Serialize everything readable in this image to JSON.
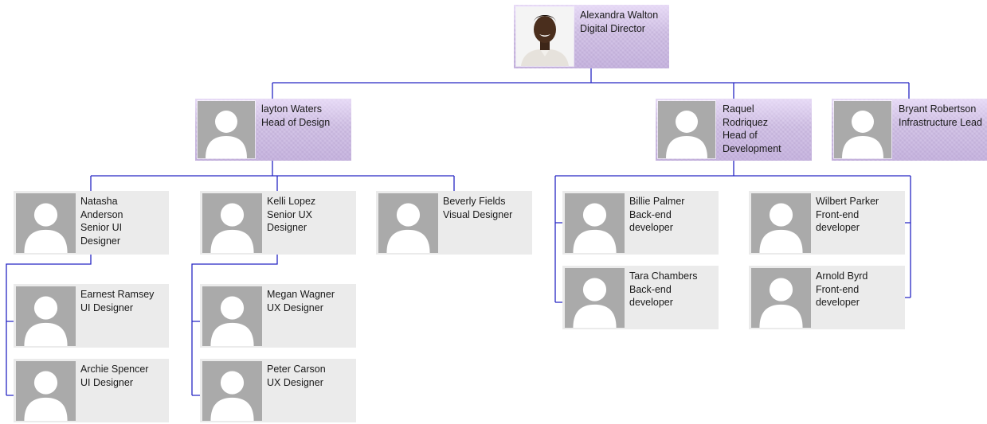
{
  "chart": {
    "root": {
      "name": "Alexandra Walton",
      "title": "Digital Director"
    },
    "managers": [
      {
        "name": "layton Waters",
        "title": "Head of Design"
      },
      {
        "name": "Raquel Rodriquez",
        "title": "Head of Development"
      },
      {
        "name": "Bryant Robertson",
        "title": "Infrastructure Lead"
      }
    ],
    "design_leads": [
      {
        "name": "Natasha Anderson",
        "title": "Senior UI Designer"
      },
      {
        "name": "Kelli Lopez",
        "title": "Senior UX Designer"
      },
      {
        "name": "Beverly Fields",
        "title": "Visual Designer"
      }
    ],
    "ui_designers": [
      {
        "name": "Earnest Ramsey",
        "title": "UI Designer"
      },
      {
        "name": "Archie Spencer",
        "title": "UI Designer"
      }
    ],
    "ux_designers": [
      {
        "name": "Megan Wagner",
        "title": "UX Designer"
      },
      {
        "name": "Peter Carson",
        "title": "UX Designer"
      }
    ],
    "developers": [
      {
        "name": "Billie Palmer",
        "title": "Back-end developer"
      },
      {
        "name": "Wilbert Parker",
        "title": "Front-end developer"
      },
      {
        "name": "Tara Chambers",
        "title": "Back-end developer"
      },
      {
        "name": "Arnold Byrd",
        "title": "Front-end developer"
      }
    ]
  },
  "colors": {
    "connector": "#2222bb",
    "manager_box": "#cdbbe3",
    "staff_box": "#ebebeb",
    "placeholder_avatar": "#aaaaaa"
  },
  "icons": {
    "root_photo": "person-photo",
    "staff_photo": "default-avatar-icon"
  }
}
